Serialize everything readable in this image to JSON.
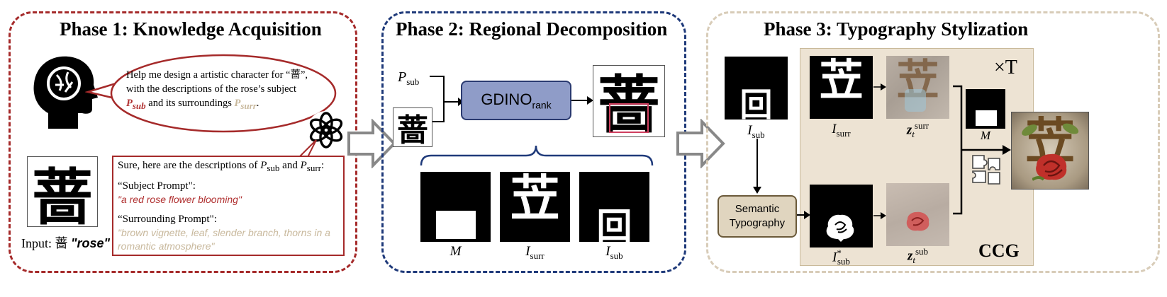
{
  "phase1": {
    "title": "Phase 1: Knowledge Acquisition",
    "user_request": "Help me design a artistic character for “蔷”, with the descriptions of the rose’s subject",
    "user_request_and": "and its surroundings",
    "p_sub_label": "P",
    "p_sub_subscript": "sub",
    "p_surr_label": "P",
    "p_surr_subscript": "surr",
    "response_intro": "Sure, here are the descriptions of",
    "response_and": "and",
    "subject_prompt_label": "“Subject Prompt\":",
    "subject_prompt_value": "\"a red rose flower blooming\"",
    "surrounding_prompt_label": "“Surrounding Prompt\":",
    "surrounding_prompt_value": "\"brown vignette, leaf, slender branch, thorns in a romantic atmosphere\"",
    "input_label": "Input: 蔷",
    "input_word": "\"rose\"",
    "input_char": "蔷"
  },
  "phase2": {
    "title": "Phase 2: Regional Decomposition",
    "p_sub": "P",
    "p_sub_subscript": "sub",
    "input_char": "蔷",
    "module_label": "GDINO",
    "module_subscript": "rank",
    "output_char": "蔷",
    "surr_char": "苙",
    "sub_char": "回",
    "mask_label": "M",
    "surr_label": "I",
    "surr_label_subscript": "surr",
    "sub_label": "I",
    "sub_label_subscript": "sub"
  },
  "phase3": {
    "title": "Phase 3: Typography Stylization",
    "isub_label": "I",
    "isub_subscript": "sub",
    "isurr_label": "I",
    "isurr_subscript": "surr",
    "zsurr_label": "z",
    "zsurr_sub": "t",
    "zsurr_sup": "surr",
    "semantic_line1": "Semantic",
    "semantic_line2": "Typography",
    "isub_star_label": "I",
    "isub_star_sup": "*",
    "isub_star_sub": "sub",
    "zsub_label": "z",
    "zsub_sub": "t",
    "zsub_sup": "sub",
    "mask_label": "M",
    "times_t": "×T",
    "ccg_label": "CCG",
    "sub_char": "回",
    "surr_char": "苙",
    "result_char": "苙"
  },
  "colors": {
    "phase1_border": "#a52a2a",
    "phase2_border": "#1f3a7a",
    "phase3_border": "#d8ccb8",
    "ccg_fill": "#ede3d3",
    "gdino_fill": "#8f9cc8",
    "semantic_fill": "#e0d5bf",
    "subject_text": "#b03030",
    "surrounding_text": "#c8b89c"
  }
}
